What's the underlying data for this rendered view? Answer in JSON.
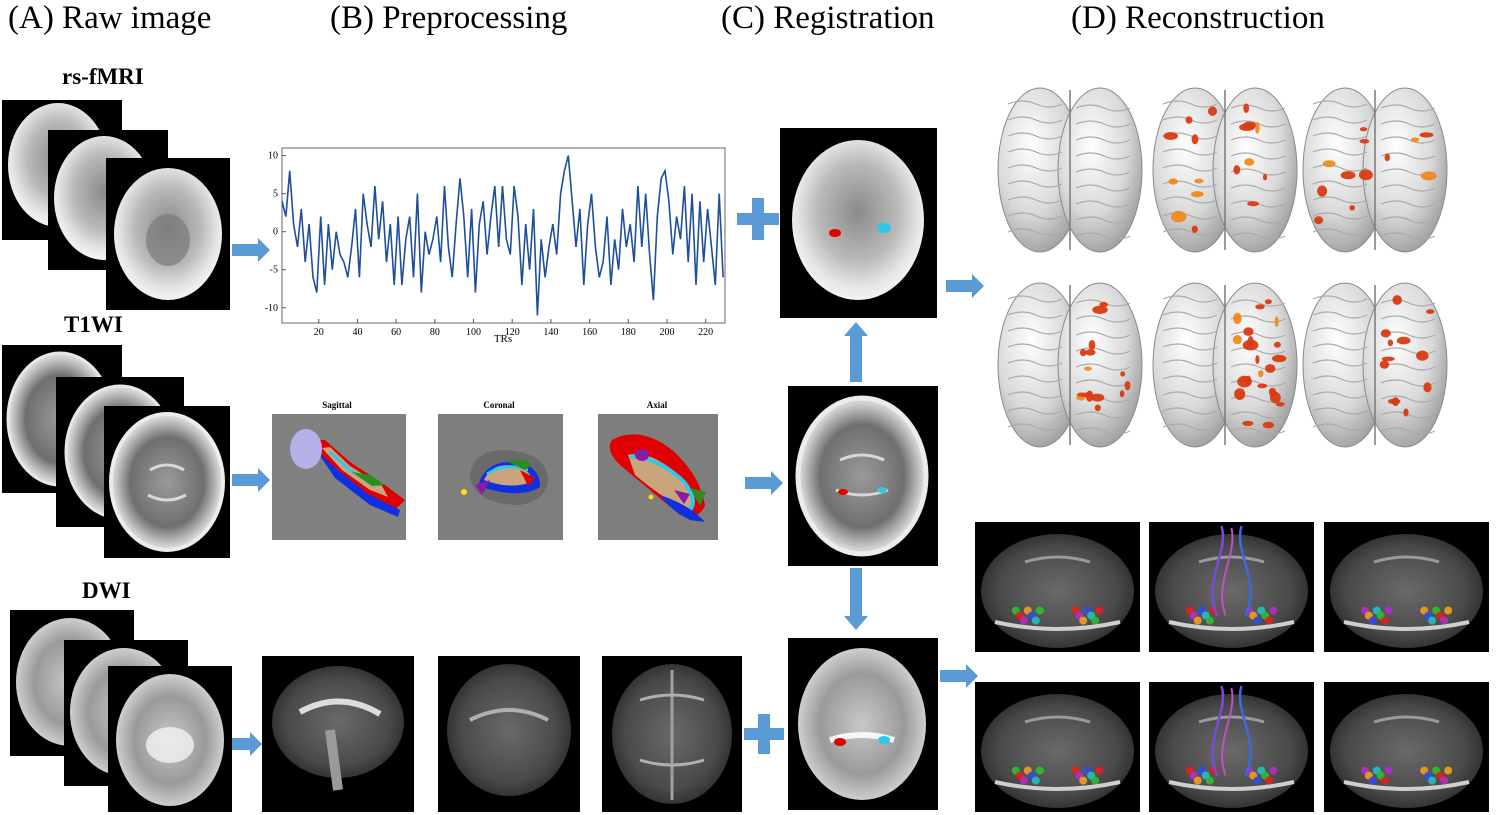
{
  "headings": {
    "a": "(A) Raw image",
    "b": "(B) Preprocessing",
    "c": "(C) Registration",
    "d": "(D) Reconstruction"
  },
  "modalities": {
    "rsfmri": "rs-fMRI",
    "t1wi": "T1WI",
    "dwi": "DWI"
  },
  "segmentation_titles": {
    "sagittal": "Sagittal",
    "coronal": "Coronal",
    "axial": "Axial"
  },
  "colors": {
    "arrow": "#5b9bd5",
    "signal_line": "#1f4e9a",
    "activation": "#d93a10",
    "activation_hot": "#f08a1e"
  },
  "chart_data": {
    "type": "line",
    "title": "",
    "xlabel": "TRs",
    "ylabel": "",
    "xlim": [
      1,
      230
    ],
    "ylim": [
      -12,
      11
    ],
    "xticks": [
      20,
      40,
      60,
      80,
      100,
      120,
      140,
      160,
      180,
      200,
      220
    ],
    "yticks": [
      -10,
      -5,
      0,
      5,
      10
    ],
    "grid": false,
    "series": [
      {
        "x": [
          1,
          3,
          5,
          7,
          9,
          11,
          13,
          15,
          17,
          19,
          21,
          23,
          25,
          27,
          29,
          31,
          33,
          35,
          37,
          39,
          41,
          43,
          45,
          47,
          49,
          51,
          53,
          55,
          57,
          59,
          61,
          63,
          65,
          67,
          69,
          71,
          73,
          75,
          77,
          79,
          81,
          83,
          85,
          87,
          89,
          91,
          93,
          95,
          97,
          99,
          101,
          103,
          105,
          107,
          109,
          111,
          113,
          115,
          117,
          119,
          121,
          123,
          125,
          127,
          129,
          131,
          133,
          135,
          137,
          139,
          141,
          143,
          145,
          147,
          149,
          151,
          153,
          155,
          157,
          159,
          161,
          163,
          165,
          167,
          169,
          171,
          173,
          175,
          177,
          179,
          181,
          183,
          185,
          187,
          189,
          191,
          193,
          195,
          197,
          199,
          201,
          203,
          205,
          207,
          209,
          211,
          213,
          215,
          217,
          219,
          221,
          223,
          225,
          227,
          229
        ],
        "values": [
          4,
          2,
          8,
          1,
          -2,
          3,
          -4,
          1,
          -6,
          -8,
          2,
          -7,
          1,
          -5,
          0,
          -3,
          -4,
          -6,
          -2,
          3,
          -6,
          5,
          1,
          -2,
          6,
          -1,
          4,
          -4,
          1,
          -7,
          2,
          -7,
          -1,
          2,
          -6,
          5,
          -8,
          0,
          -3,
          -1,
          2,
          -4,
          6,
          -2,
          -6,
          1,
          7,
          2,
          -6,
          3,
          -8,
          1,
          4,
          -3,
          2,
          6,
          -2,
          6,
          -1,
          -3,
          6,
          2,
          -7,
          1,
          -5,
          3,
          -11,
          -1,
          -6,
          -2,
          1,
          -3,
          5,
          8,
          10,
          4,
          -2,
          3,
          -7,
          1,
          5,
          -2,
          -6,
          -4,
          2,
          -7,
          -1,
          -5,
          3,
          -2,
          1,
          -4,
          6,
          -2,
          5,
          -3,
          -9,
          2,
          7,
          8,
          4,
          -3,
          2,
          -1,
          6,
          -4,
          5,
          -7,
          4,
          -4,
          3,
          -2,
          -7,
          5,
          -6
        ]
      }
    ]
  }
}
